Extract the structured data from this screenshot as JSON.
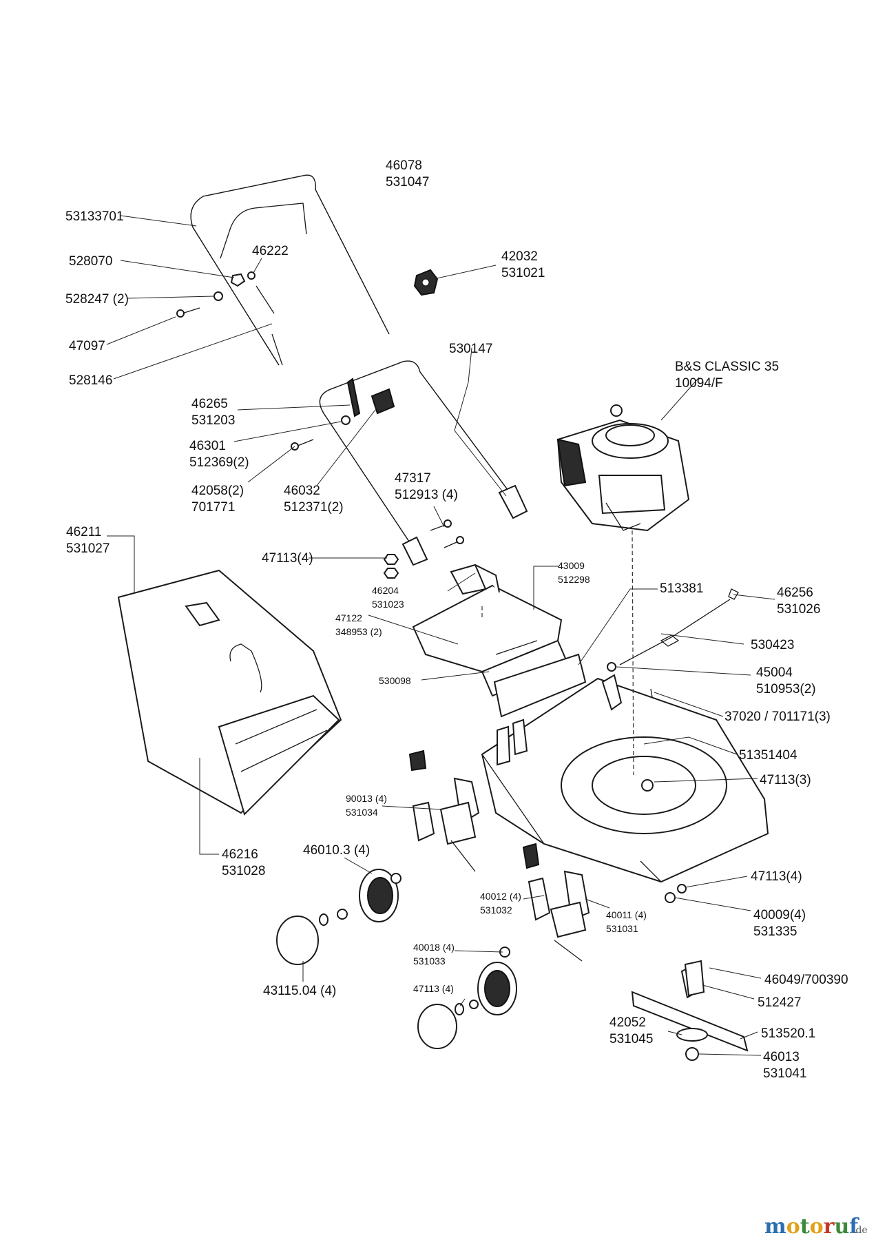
{
  "colors": {
    "wm_m": "#2c6fb0",
    "wm_o": "#e0a21a",
    "wm_t": "#3a8a3a",
    "wm_r": "#c0392b",
    "wm_de": "#555555"
  },
  "watermark": {
    "main": "motoruf",
    "suffix": ".de"
  },
  "labels": [
    {
      "id": "l1",
      "lines": [
        "46078",
        "531047"
      ]
    },
    {
      "id": "l2",
      "lines": [
        "53133701"
      ]
    },
    {
      "id": "l3",
      "lines": [
        "46222"
      ]
    },
    {
      "id": "l4",
      "lines": [
        "528070"
      ]
    },
    {
      "id": "l5",
      "lines": [
        "528247 (2)"
      ]
    },
    {
      "id": "l6",
      "lines": [
        "47097"
      ]
    },
    {
      "id": "l7",
      "lines": [
        "528146"
      ]
    },
    {
      "id": "l8",
      "lines": [
        "42032",
        "531021"
      ]
    },
    {
      "id": "l9",
      "lines": [
        "530147"
      ]
    },
    {
      "id": "l10",
      "lines": [
        "B&S CLASSIC 35",
        "10094/F"
      ]
    },
    {
      "id": "l11",
      "lines": [
        "46265",
        "531203"
      ]
    },
    {
      "id": "l12",
      "lines": [
        "46301",
        "512369(2)"
      ]
    },
    {
      "id": "l13",
      "lines": [
        "42058(2)",
        "701771"
      ]
    },
    {
      "id": "l14",
      "lines": [
        "46032",
        "512371(2)"
      ]
    },
    {
      "id": "l15",
      "lines": [
        "47317",
        "512913 (4)"
      ]
    },
    {
      "id": "l16",
      "lines": [
        "46211",
        "531027"
      ]
    },
    {
      "id": "l17",
      "lines": [
        "47113(4)"
      ]
    },
    {
      "id": "l18",
      "lines": [
        "43009",
        "512298"
      ]
    },
    {
      "id": "l19",
      "lines": [
        "46204",
        "531023"
      ]
    },
    {
      "id": "l20",
      "lines": [
        "513381"
      ]
    },
    {
      "id": "l21",
      "lines": [
        "46256",
        "531026"
      ]
    },
    {
      "id": "l22",
      "lines": [
        "47122",
        "348953 (2)"
      ]
    },
    {
      "id": "l23",
      "lines": [
        "530423"
      ]
    },
    {
      "id": "l24",
      "lines": [
        "45004",
        "510953(2)"
      ]
    },
    {
      "id": "l25",
      "lines": [
        "530098"
      ]
    },
    {
      "id": "l26",
      "lines": [
        "37020 / 701171(3)"
      ]
    },
    {
      "id": "l27",
      "lines": [
        "51351404"
      ]
    },
    {
      "id": "l28",
      "lines": [
        "47113(3)"
      ]
    },
    {
      "id": "l29",
      "lines": [
        "90013 (4)",
        "531034"
      ]
    },
    {
      "id": "l30",
      "lines": [
        "46216",
        "531028"
      ]
    },
    {
      "id": "l31",
      "lines": [
        "46010.3 (4)"
      ]
    },
    {
      "id": "l32",
      "lines": [
        "47113(4)"
      ]
    },
    {
      "id": "l33",
      "lines": [
        "40012 (4)",
        "531032"
      ]
    },
    {
      "id": "l34",
      "lines": [
        "40011 (4)",
        "531031"
      ]
    },
    {
      "id": "l35",
      "lines": [
        "40009(4)",
        "531335"
      ]
    },
    {
      "id": "l36",
      "lines": [
        "40018 (4)",
        "531033"
      ]
    },
    {
      "id": "l37",
      "lines": [
        "43115.04 (4)"
      ]
    },
    {
      "id": "l38",
      "lines": [
        "46049/700390"
      ]
    },
    {
      "id": "l39",
      "lines": [
        "47113 (4)"
      ]
    },
    {
      "id": "l40",
      "lines": [
        "512427"
      ]
    },
    {
      "id": "l41",
      "lines": [
        "42052",
        "531045"
      ]
    },
    {
      "id": "l42",
      "lines": [
        "513520.1"
      ]
    },
    {
      "id": "l43",
      "lines": [
        "46013",
        "531041"
      ]
    }
  ]
}
